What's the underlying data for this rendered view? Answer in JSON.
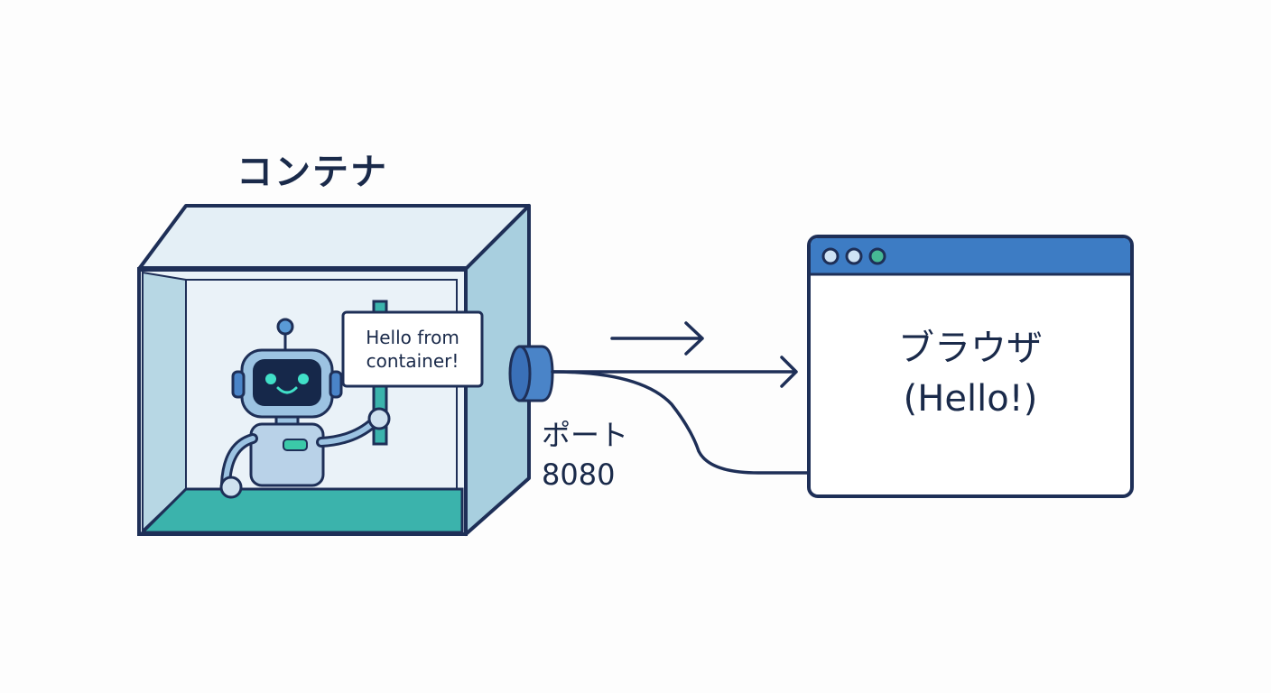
{
  "container": {
    "title": "コンテナ"
  },
  "robot": {
    "sign_text": "Hello from\ncontainer!"
  },
  "port": {
    "label_line1": "ポート",
    "label_line2": "8080"
  },
  "browser": {
    "title_line1": "ブラウザ",
    "title_line2": "(Hello!)"
  },
  "colors": {
    "stroke": "#1e2f57",
    "box_face": "#e4eff6",
    "box_side": "#a8cfdf",
    "box_floor": "#3bb3ac",
    "browser_bar": "#3d7cc4",
    "robot_eye": "#41e0c8",
    "dot_green": "#46b894"
  }
}
